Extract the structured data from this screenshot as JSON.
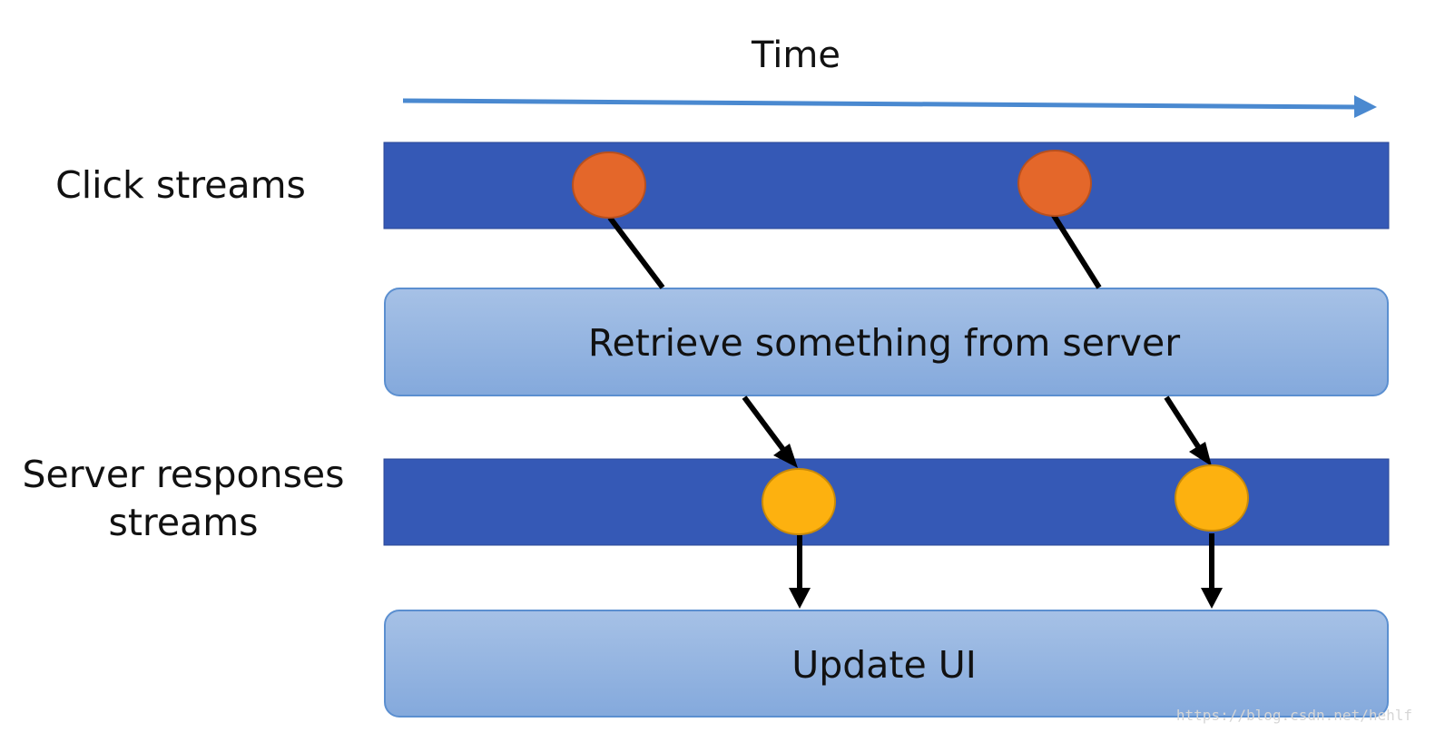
{
  "time_axis": {
    "label": "Time",
    "color": "#4a89d0"
  },
  "rows": {
    "click": {
      "label_lines": [
        "Click streams"
      ],
      "color": "#3559b6"
    },
    "retrieve": {
      "label": "Retrieve something from server"
    },
    "responses": {
      "label_lines": [
        "Server responses",
        "streams"
      ],
      "color": "#3559b6"
    },
    "update": {
      "label": "Update UI"
    }
  },
  "box_gradient": [
    "#a6c1e6",
    "#84a9dc"
  ],
  "box_border": "#5b8fd0",
  "click_event_color": "#e4672a",
  "response_event_color": "#fdb10f",
  "connector_color": "#000000",
  "watermark": "https://blog.csdn.net/hehlf"
}
